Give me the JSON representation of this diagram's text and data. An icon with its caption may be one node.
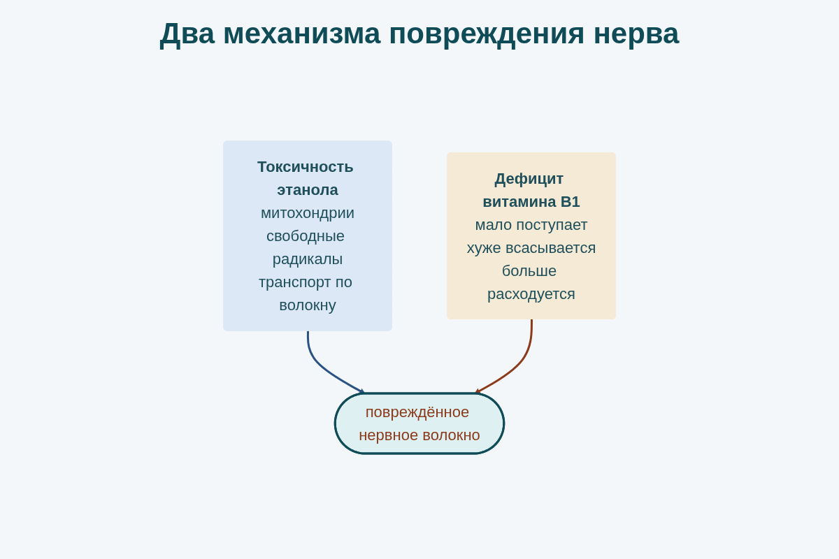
{
  "diagram": {
    "title": "Два механизма повреждения нерва",
    "nodes": [
      {
        "text": [
          "Токсичность этанола",
          "митохондрии",
          "свободные радикалы",
          "транспорт по волокну"
        ]
      },
      {
        "text": [
          "Дефицит витамина B1",
          "мало поступает",
          "хуже всасывается",
          "больше расходуется"
        ]
      },
      {
        "text": [
          "повреждённое нервное волокно"
        ]
      }
    ],
    "edges": [
      {
        "from": 0,
        "to": 2,
        "arrow": "to",
        "color": "#2a5384"
      },
      {
        "from": 1,
        "to": 2,
        "arrow": "to",
        "color": "#8b3a1a"
      }
    ]
  }
}
